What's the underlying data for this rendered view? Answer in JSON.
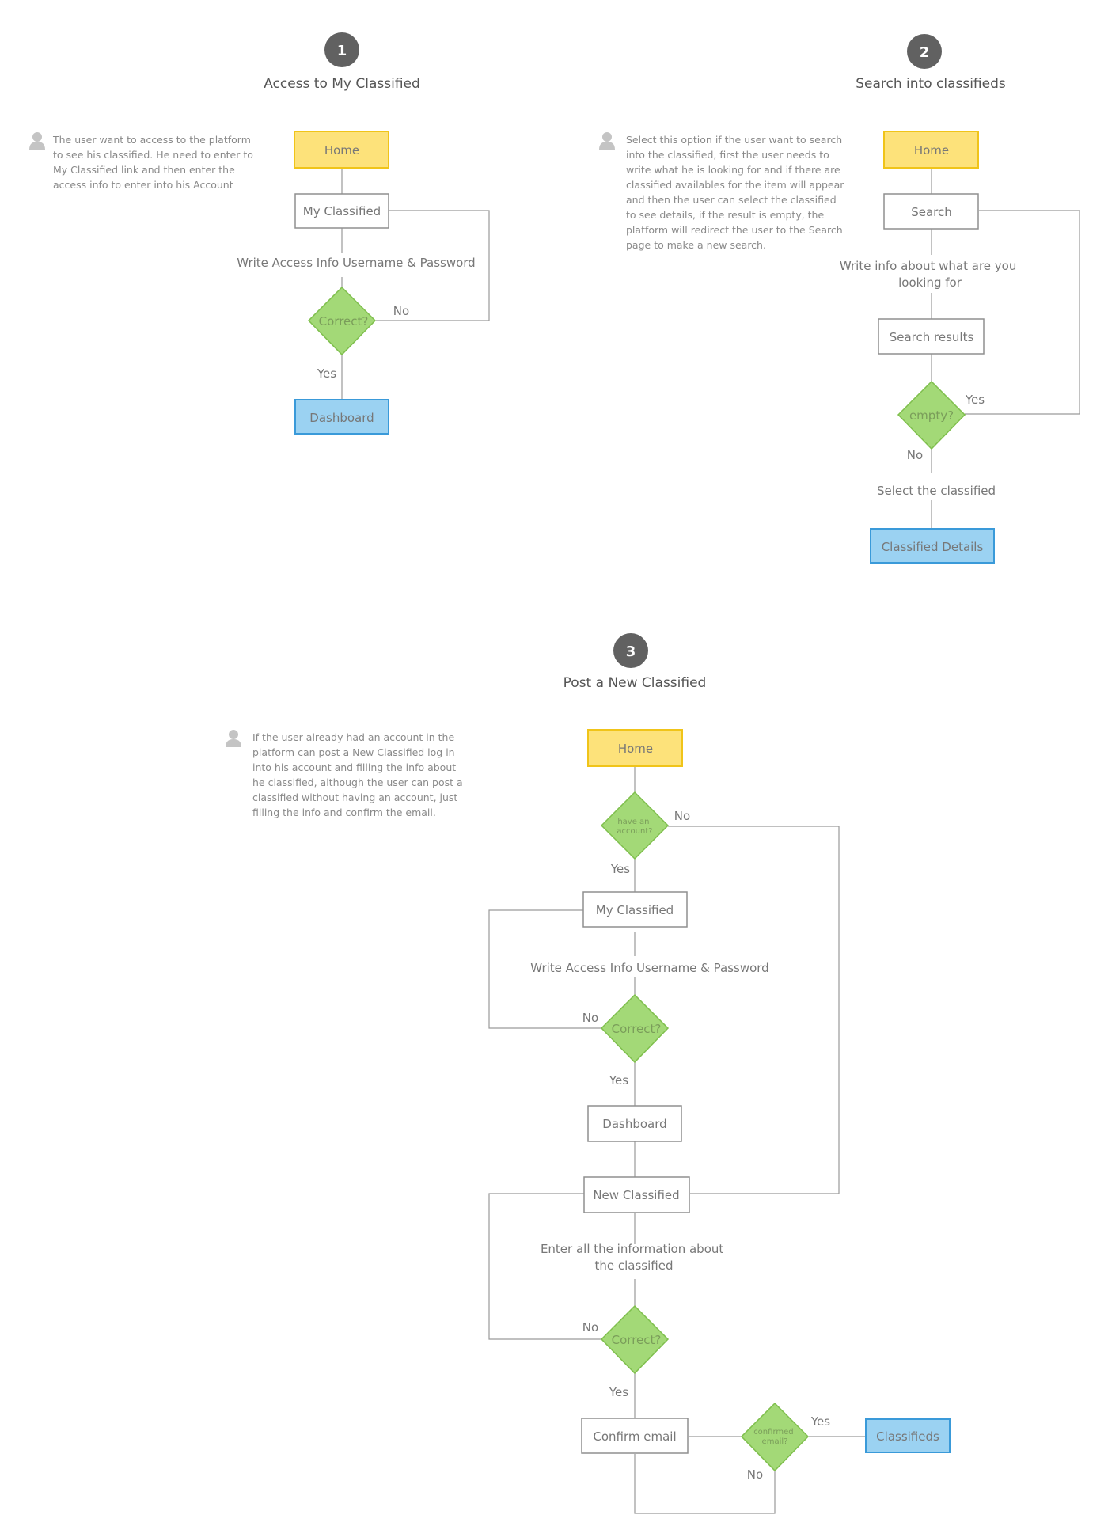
{
  "flows": {
    "f1": {
      "number": "1",
      "title": "Access to My Classified",
      "note": [
        "The user want to access to the platform",
        "to see his classified. He need to enter to",
        "My Classified link and then enter the",
        "access info to enter into his Account"
      ],
      "home": "Home",
      "my_classified": "My Classified",
      "write_access": "Write Access Info Username & Password",
      "correct": "Correct?",
      "no": "No",
      "yes": "Yes",
      "dashboard": "Dashboard"
    },
    "f2": {
      "number": "2",
      "title": "Search into classifieds",
      "note": [
        "Select this option if the user want to search",
        "into the classified, first the user needs to",
        "write what he is looking for and if there are",
        "classified availables for the item will appear",
        "and then the user can select the classified",
        "to see details, if the result is empty, the",
        "platform will redirect the user to the Search",
        "page to make a new search."
      ],
      "home": "Home",
      "search": "Search",
      "write_info": [
        "Write info about what are you",
        "looking for"
      ],
      "search_results": "Search results",
      "empty": "empty?",
      "yes": "Yes",
      "no": "No",
      "select": "Select the classified",
      "details": "Classified Details"
    },
    "f3": {
      "number": "3",
      "title": "Post a New Classified",
      "note": [
        "If the user already had an account in the",
        "platform can post a New Classified log in",
        "into his account and filling the info about",
        "he classified, although the user can post a",
        "classified without having an account, just",
        "filling the info and confirm the email."
      ],
      "home": "Home",
      "have_account": [
        "have an",
        "account?"
      ],
      "no_account": "No",
      "yes_account": "Yes",
      "my_classified": "My Classified",
      "write_access": "Write Access Info Username & Password",
      "correct1": "Correct?",
      "no1": "No",
      "yes1": "Yes",
      "dashboard": "Dashboard",
      "new_classified": "New Classified",
      "enter_info": [
        "Enter all the information about",
        "the classified"
      ],
      "correct2": "Correct?",
      "no2": "No",
      "yes2": "Yes",
      "confirm_email": "Confirm email",
      "confirmed": [
        "confirmed",
        "email?"
      ],
      "yes3": "Yes",
      "no3": "No",
      "classifieds": "Classifieds"
    }
  },
  "colors": {
    "home_fill": "#fde27a",
    "home_stroke": "#f0c419",
    "end_fill": "#9bd2f2",
    "end_stroke": "#3a9ad9",
    "diamond_fill": "#a3d977",
    "diamond_stroke": "#7fbf4d",
    "badge": "#616161",
    "line": "#9a9a9a"
  }
}
